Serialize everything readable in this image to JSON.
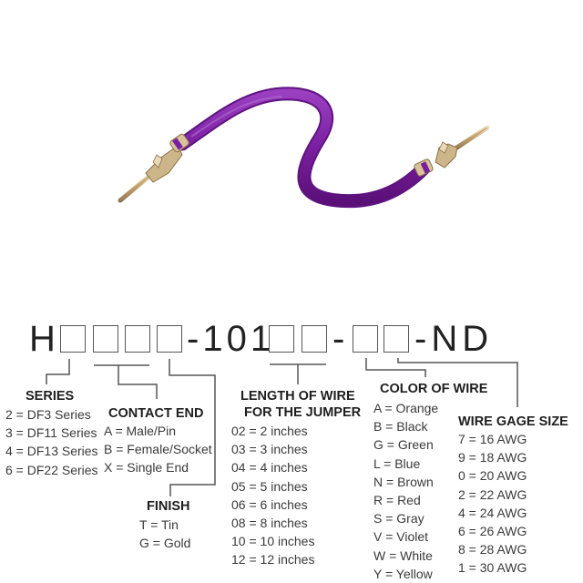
{
  "product_photo": {
    "subject": "jumper wire with crimp pin contacts",
    "wire_color": "#7a1fa0",
    "contact_color": "#c9a978"
  },
  "part_number": {
    "prefix": "H",
    "middle": "-101",
    "dash": "-",
    "suffix": "-ND",
    "slots": {
      "series": 1,
      "contact_end": 2,
      "finish": 1,
      "length": 2,
      "color": 1,
      "gage": 1
    }
  },
  "sections": {
    "series": {
      "title": "SERIES",
      "items": [
        "2 = DF3 Series",
        "3 = DF11 Series",
        "4 = DF13 Series",
        "6 = DF22 Series"
      ]
    },
    "contact_end": {
      "title": "CONTACT END",
      "items": [
        "A = Male/Pin",
        "B = Female/Socket",
        "X = Single End"
      ]
    },
    "finish": {
      "title": "FINISH",
      "items": [
        "T = Tin",
        "G = Gold"
      ]
    },
    "length": {
      "title_line1": "LENGTH OF WIRE",
      "title_line2": "FOR THE JUMPER",
      "items": [
        "02 = 2 inches",
        "03 = 3 inches",
        "04 = 4 inches",
        "05 = 5 inches",
        "06 = 6 inches",
        "08 = 8 inches",
        "10 = 10 inches",
        "12 = 12 inches"
      ]
    },
    "color": {
      "title": "COLOR OF WIRE",
      "items": [
        "A = Orange",
        "B = Black",
        "G = Green",
        "L = Blue",
        "N = Brown",
        "R = Red",
        "S = Gray",
        "V = Violet",
        "W = White",
        "Y = Yellow"
      ]
    },
    "gage": {
      "title": "WIRE GAGE SIZE",
      "items": [
        "7 = 16 AWG",
        "9 = 18 AWG",
        "0 = 20 AWG",
        "2 = 22 AWG",
        "4 = 24 AWG",
        "6 = 26 AWG",
        "8 = 28 AWG",
        "1 = 30 AWG"
      ]
    }
  }
}
